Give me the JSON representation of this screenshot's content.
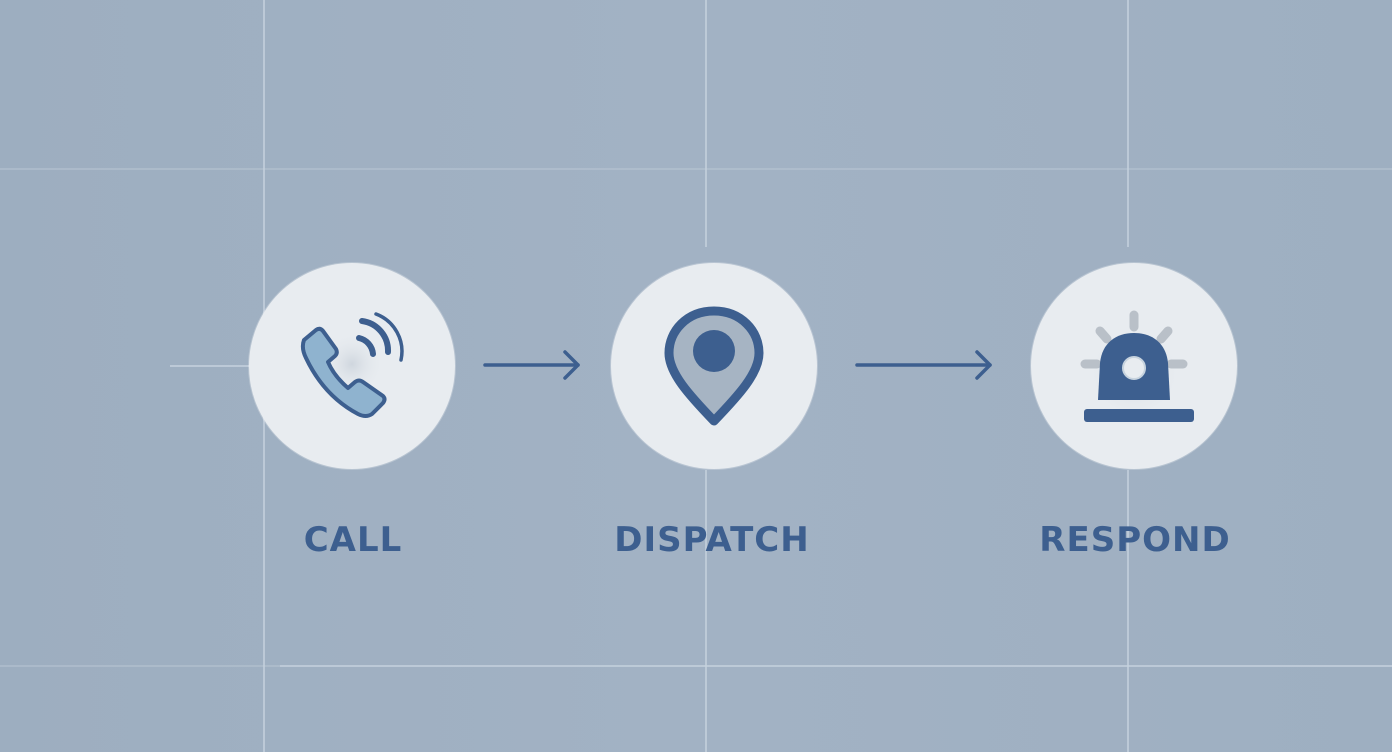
{
  "diagram": {
    "type": "process-flow",
    "colors": {
      "background": "#a0b0c2",
      "circle_fill": "#e8ecf0",
      "icon_primary": "#3d5f8f",
      "icon_secondary": "#8fb3cf",
      "grid_line": "#c6d2de",
      "label": "#3d5f8f"
    },
    "steps": [
      {
        "label": "CALL",
        "icon": "phone-ringing-icon"
      },
      {
        "label": "DISPATCH",
        "icon": "location-pin-icon"
      },
      {
        "label": "RESPOND",
        "icon": "emergency-siren-icon"
      }
    ],
    "connectors": [
      {
        "from": "CALL",
        "to": "DISPATCH",
        "icon": "arrow-right-icon"
      },
      {
        "from": "DISPATCH",
        "to": "RESPOND",
        "icon": "arrow-right-icon"
      }
    ]
  }
}
